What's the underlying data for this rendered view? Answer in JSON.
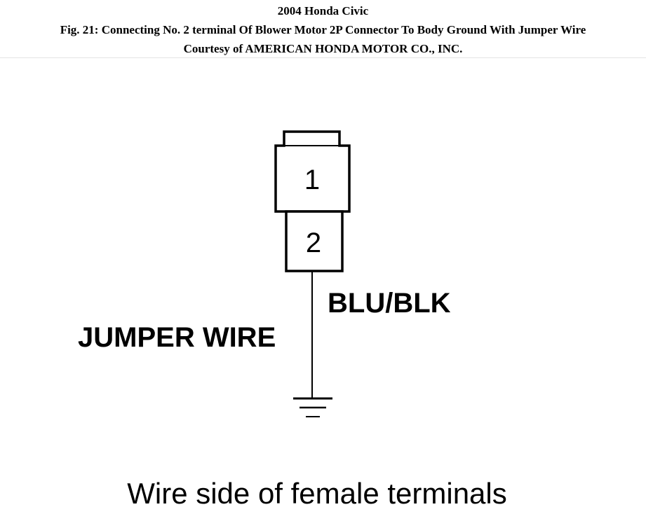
{
  "header": {
    "line1": "2004 Honda Civic",
    "line2": "Fig. 21: Connecting No. 2 terminal Of Blower Motor 2P Connector To Body Ground With Jumper Wire",
    "line3": "Courtesy of AMERICAN HONDA MOTOR CO., INC."
  },
  "diagram": {
    "terminal_1": "1",
    "terminal_2": "2",
    "wire_color": "BLU/BLK",
    "wire_label": "JUMPER WIRE",
    "caption": "Wire side of female terminals",
    "ground_symbol": "ground-icon"
  },
  "colors": {
    "ink": "#000000",
    "background": "#ffffff"
  }
}
